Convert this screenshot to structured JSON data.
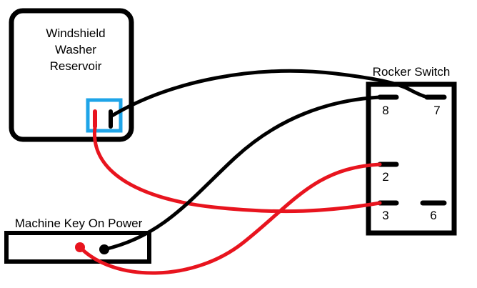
{
  "components": {
    "reservoir": {
      "label_lines": [
        "Windshield",
        "Washer",
        "Reservoir"
      ]
    },
    "rocker_switch": {
      "label": "Rocker Switch",
      "pins": [
        "8",
        "7",
        "2",
        "3",
        "6"
      ]
    },
    "key_power": {
      "label": "Machine Key On Power"
    }
  },
  "colors": {
    "outline": "#000000",
    "wire_black": "#000000",
    "wire_red": "#e8141e",
    "connector_highlight": "#1ea4e8"
  },
  "wires": [
    {
      "color": "black",
      "from": "reservoir-terminal-negative",
      "to": "switch-pin-7"
    },
    {
      "color": "red",
      "from": "reservoir-terminal-positive",
      "to": "switch-pin-3"
    },
    {
      "color": "black",
      "from": "key-power-terminal-ground",
      "to": "switch-pin-8"
    },
    {
      "color": "red",
      "from": "key-power-terminal-positive",
      "to": "switch-pin-2"
    }
  ]
}
